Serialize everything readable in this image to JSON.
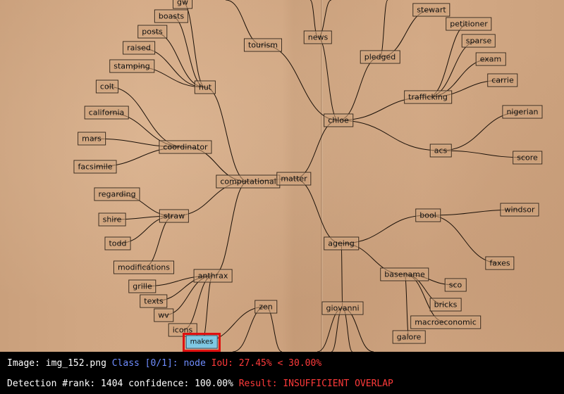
{
  "diagram": {
    "nodes": [
      {
        "id": "gw",
        "label": "gw"
      },
      {
        "id": "boasts",
        "label": "boasts"
      },
      {
        "id": "posts",
        "label": "posts"
      },
      {
        "id": "raised",
        "label": "raised"
      },
      {
        "id": "stamping",
        "label": "stamping"
      },
      {
        "id": "hut",
        "label": "hut"
      },
      {
        "id": "tourism",
        "label": "tourism"
      },
      {
        "id": "news",
        "label": "news"
      },
      {
        "id": "stewart",
        "label": "stewart"
      },
      {
        "id": "petitioner",
        "label": "petitioner"
      },
      {
        "id": "sparse",
        "label": "sparse"
      },
      {
        "id": "pledged",
        "label": "pledged"
      },
      {
        "id": "exam",
        "label": "exam"
      },
      {
        "id": "carrie",
        "label": "carrie"
      },
      {
        "id": "trafficking",
        "label": "trafficking"
      },
      {
        "id": "colt",
        "label": "colt"
      },
      {
        "id": "california",
        "label": "california"
      },
      {
        "id": "chloe",
        "label": "chloe"
      },
      {
        "id": "nigerian",
        "label": "nigerian"
      },
      {
        "id": "mars",
        "label": "mars"
      },
      {
        "id": "coordinator",
        "label": "coordinator"
      },
      {
        "id": "acs",
        "label": "acs"
      },
      {
        "id": "score",
        "label": "score"
      },
      {
        "id": "facsimile",
        "label": "facsimile"
      },
      {
        "id": "computational",
        "label": "computational"
      },
      {
        "id": "matter",
        "label": "matter"
      },
      {
        "id": "regarding",
        "label": "regarding"
      },
      {
        "id": "windsor",
        "label": "windsor"
      },
      {
        "id": "bool",
        "label": "bool"
      },
      {
        "id": "shire",
        "label": "shire"
      },
      {
        "id": "straw",
        "label": "straw"
      },
      {
        "id": "todd",
        "label": "todd"
      },
      {
        "id": "ageing",
        "label": "ageing"
      },
      {
        "id": "faxes",
        "label": "faxes"
      },
      {
        "id": "modifications",
        "label": "modifications"
      },
      {
        "id": "basename",
        "label": "basename"
      },
      {
        "id": "anthrax",
        "label": "anthrax"
      },
      {
        "id": "sco",
        "label": "sco"
      },
      {
        "id": "grille",
        "label": "grille"
      },
      {
        "id": "texts",
        "label": "texts"
      },
      {
        "id": "bricks",
        "label": "bricks"
      },
      {
        "id": "zen",
        "label": "zen"
      },
      {
        "id": "giovanni",
        "label": "giovanni"
      },
      {
        "id": "wv",
        "label": "wv"
      },
      {
        "id": "macroeconomic",
        "label": "macroeconomic"
      },
      {
        "id": "icons",
        "label": "icons"
      },
      {
        "id": "galore",
        "label": "galore"
      },
      {
        "id": "makes",
        "label": "makes"
      }
    ],
    "edges": [
      [
        "gw",
        "hut"
      ],
      [
        "boasts",
        "hut"
      ],
      [
        "posts",
        "hut"
      ],
      [
        "raised",
        "hut"
      ],
      [
        "stamping",
        "hut"
      ],
      [
        "hut",
        "computational"
      ],
      [
        "tourism",
        "chloe"
      ],
      [
        "news",
        "chloe"
      ],
      [
        "stewart",
        "pledged"
      ],
      [
        "pledged",
        "chloe"
      ],
      [
        "petitioner",
        "trafficking"
      ],
      [
        "sparse",
        "trafficking"
      ],
      [
        "exam",
        "trafficking"
      ],
      [
        "carrie",
        "trafficking"
      ],
      [
        "trafficking",
        "chloe"
      ],
      [
        "colt",
        "coordinator"
      ],
      [
        "california",
        "coordinator"
      ],
      [
        "mars",
        "coordinator"
      ],
      [
        "facsimile",
        "coordinator"
      ],
      [
        "coordinator",
        "computational"
      ],
      [
        "chloe",
        "matter"
      ],
      [
        "nigerian",
        "acs"
      ],
      [
        "score",
        "acs"
      ],
      [
        "acs",
        "chloe"
      ],
      [
        "computational",
        "matter"
      ],
      [
        "regarding",
        "straw"
      ],
      [
        "shire",
        "straw"
      ],
      [
        "todd",
        "straw"
      ],
      [
        "modifications",
        "straw"
      ],
      [
        "straw",
        "computational"
      ],
      [
        "matter",
        "ageing"
      ],
      [
        "windsor",
        "bool"
      ],
      [
        "faxes",
        "bool"
      ],
      [
        "bool",
        "ageing"
      ],
      [
        "basename",
        "ageing"
      ],
      [
        "sco",
        "basename"
      ],
      [
        "bricks",
        "basename"
      ],
      [
        "macroeconomic",
        "basename"
      ],
      [
        "galore",
        "basename"
      ],
      [
        "grille",
        "anthrax"
      ],
      [
        "texts",
        "anthrax"
      ],
      [
        "wv",
        "anthrax"
      ],
      [
        "icons",
        "anthrax"
      ],
      [
        "makes",
        "anthrax"
      ],
      [
        "anthrax",
        "computational"
      ],
      [
        "zen",
        "makes"
      ],
      [
        "giovanni",
        "ageing"
      ]
    ],
    "highlighted_node": "makes"
  },
  "detection": {
    "image_label": "Image:",
    "image_name": "img_152.png",
    "class_text": "Class [0/1]: node",
    "iou_text": "IoU: 27.45% < 30.00%",
    "rank_label": "Detection #rank: 1404 confidence: 100.00%",
    "result_text": "Result: INSUFFICIENT OVERLAP",
    "colors": {
      "label": "#ffffff",
      "class": "#6f8dff",
      "fail": "#ff3a3a",
      "box": "#e01010",
      "highlight": "#7ec8e3"
    }
  }
}
